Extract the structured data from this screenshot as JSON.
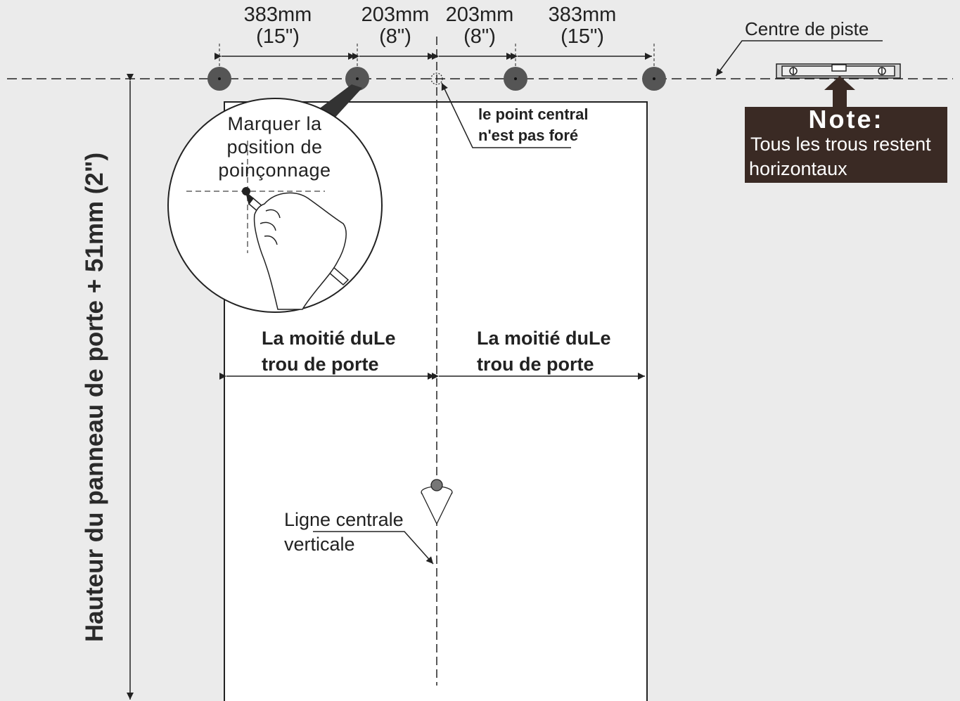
{
  "dimensions": {
    "seg1_mm": "383mm",
    "seg1_in": "(15\")",
    "seg2_mm": "203mm",
    "seg2_in": "(8\")",
    "seg3_mm": "203mm",
    "seg3_in": "(8\")",
    "seg4_mm": "383mm",
    "seg4_in": "(15\")"
  },
  "labels": {
    "track_centre": "Centre de piste",
    "mark_line1": "Marquer la",
    "mark_line2": "position de",
    "mark_line3": "poinçonnage",
    "center_point_line1": "le point central",
    "center_point_line2": "n'est pas foré",
    "half_left_line1": "La moitié duLe",
    "half_left_line2": "trou de porte",
    "half_right_line1": "La moitié duLe",
    "half_right_line2": "trou de porte",
    "vertical_line1": "Ligne centrale",
    "vertical_line2": "verticale",
    "height": "Hauteur du panneau de porte + 51mm (2\")"
  },
  "note": {
    "title": "Note:",
    "line1": "Tous les trous restent",
    "line2": "horizontaux"
  },
  "colors": {
    "background": "#ebebeb",
    "hole": "#555555",
    "note_bg": "#3a2a24"
  }
}
